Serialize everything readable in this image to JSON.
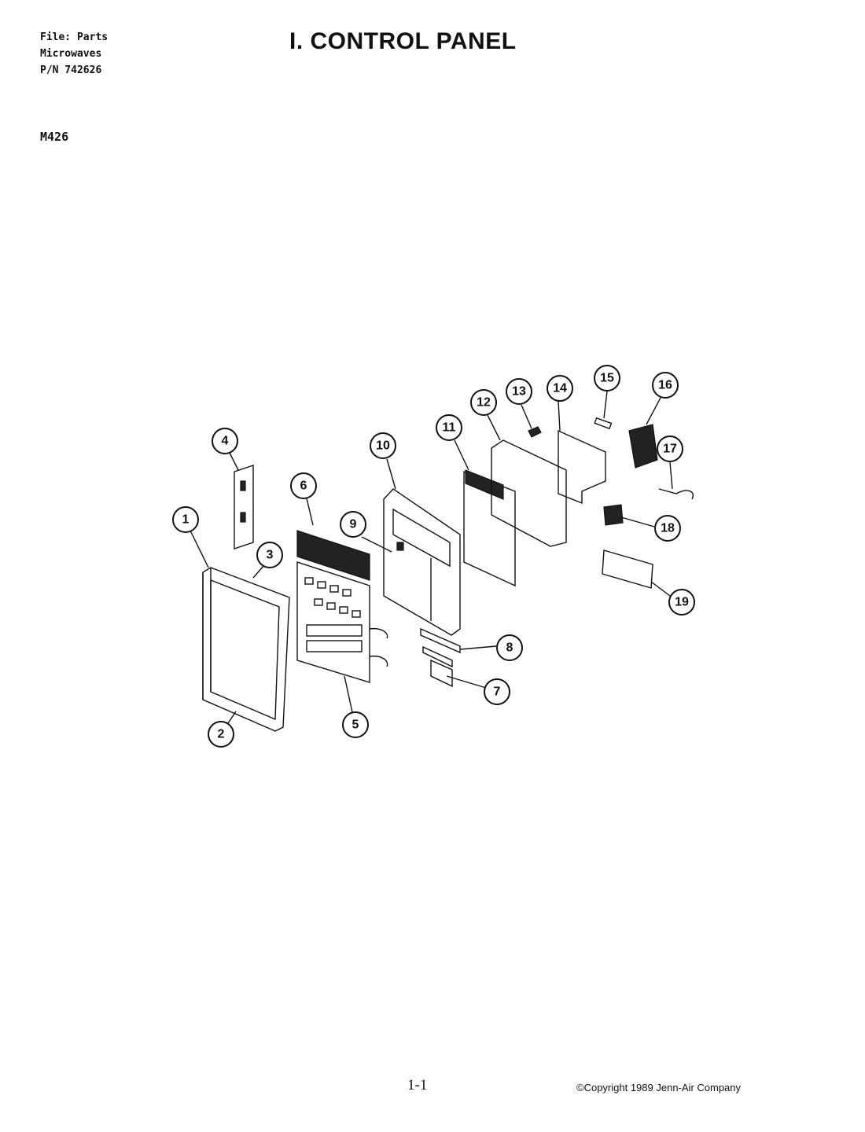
{
  "header": {
    "file_line": "File: Parts",
    "category_line": "Microwaves",
    "part_number_line": "P/N 742626",
    "model": "M426",
    "title": "I. CONTROL PANEL"
  },
  "footer": {
    "page_number": "1-1",
    "copyright": "©Copyright 1989 Jenn-Air Company"
  },
  "callouts": [
    "1",
    "2",
    "3",
    "4",
    "5",
    "6",
    "7",
    "8",
    "9",
    "10",
    "11",
    "12",
    "13",
    "14",
    "15",
    "16",
    "17",
    "18",
    "19"
  ]
}
